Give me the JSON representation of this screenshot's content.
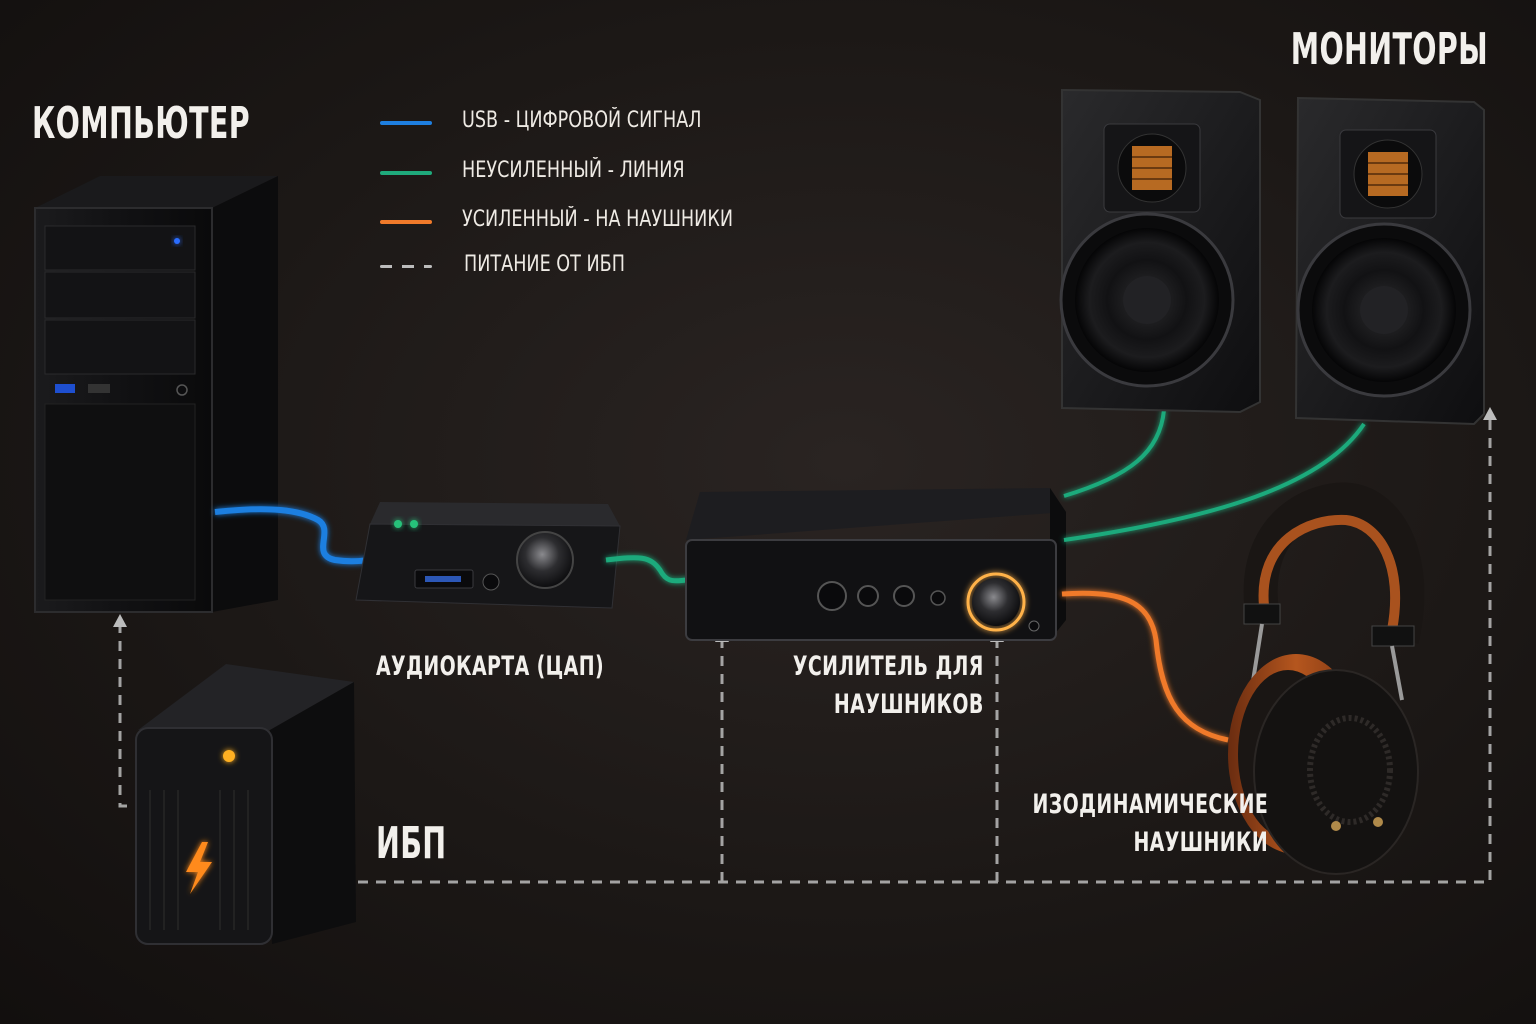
{
  "labels": {
    "computer": "КОМПЬЮТЕР",
    "monitors": "МОНИТОРЫ",
    "audio_card": "АУДИОКАРТА (ЦАП)",
    "amp_line1": "УСИЛИТЕЛЬ ДЛЯ",
    "amp_line2": "НАУШНИКОВ",
    "headphones_line1": "ИЗОДИНАМИЧЕСКИЕ",
    "headphones_line2": "НАУШНИКИ",
    "ups": "ИБП"
  },
  "legend": [
    {
      "text": "USB - ЦИФРОВОЙ СИГНАЛ",
      "color": "#1e7fe0",
      "style": "solid"
    },
    {
      "text": "НЕУСИЛЕННЫЙ - ЛИНИЯ",
      "color": "#1faa7c",
      "style": "solid"
    },
    {
      "text": "УСИЛЕННЫЙ - НА НАУШНИКИ",
      "color": "#f07a2a",
      "style": "solid"
    },
    {
      "text": "ПИТАНИЕ ОТ ИБП",
      "color": "#bcbcbc",
      "style": "dashed"
    }
  ],
  "colors": {
    "usb": "#1e7fe0",
    "line": "#1faa7c",
    "amplified": "#f07a2a",
    "power": "#bcbcbc"
  },
  "icons": {
    "ups_symbol": "lightning-icon"
  }
}
